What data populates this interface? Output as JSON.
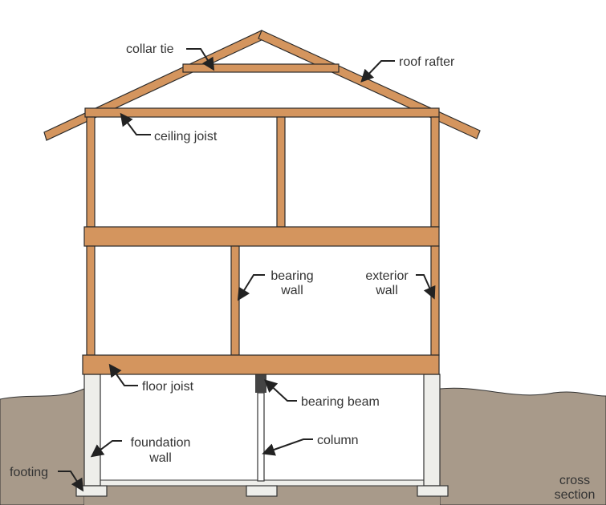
{
  "diagram": {
    "title": "House framing cross section",
    "colors": {
      "wood": "#d4955e",
      "ground": "#a89a8a",
      "concrete": "#eeeeea",
      "text": "#333333"
    },
    "labels": {
      "collar_tie": "collar tie",
      "roof_rafter": "roof rafter",
      "ceiling_joist": "ceiling joist",
      "bearing_wall_1": "bearing",
      "bearing_wall_2": "wall",
      "exterior_wall_1": "exterior",
      "exterior_wall_2": "wall",
      "floor_joist": "floor joist",
      "bearing_beam": "bearing beam",
      "foundation_wall_1": "foundation",
      "foundation_wall_2": "wall",
      "column": "column",
      "footing": "footing",
      "cross_section_1": "cross",
      "cross_section_2": "section"
    }
  }
}
